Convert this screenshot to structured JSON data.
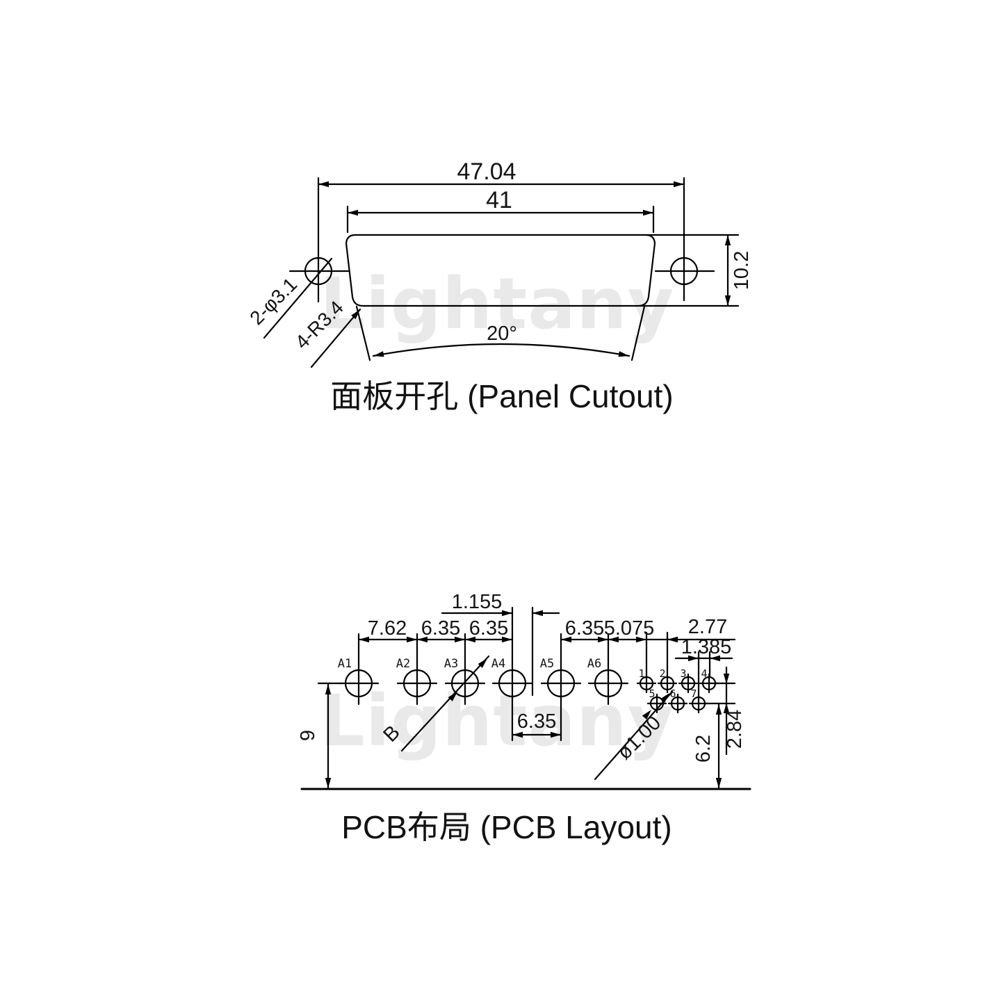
{
  "watermark": "Lightany",
  "panel_cutout": {
    "title": "面板开孔 (Panel Cutout)",
    "dims": {
      "outer_width": "47.04",
      "cutout_width": "41",
      "height": "10.2",
      "flange_angle": "20°",
      "mount_holes": "2-φ3.1",
      "corner_radius": "4-R3.4"
    }
  },
  "pcb_layout": {
    "title": "PCB布局 (PCB Layout)",
    "hole_labels": [
      "A1",
      "A2",
      "A3",
      "A4",
      "A5",
      "A6"
    ],
    "pin_labels": [
      "1",
      "2",
      "3",
      "4",
      "5",
      "6",
      "7"
    ],
    "dims": {
      "a1_a2": "7.62",
      "a2_a3": "6.35",
      "a3_a4": "6.35",
      "a4_centerline": "1.155",
      "a5_a6": "6.35",
      "a6_pin1": "5.075",
      "pin_pitch": "2.77",
      "pin_row_offset": "1.385",
      "row_height": "9",
      "a4_a5": "6.35",
      "pin_row_to_edge": "6.2",
      "pin_row_gap": "2.84",
      "hole_b_label": "B",
      "pin_diameter": "ø1.00"
    }
  }
}
